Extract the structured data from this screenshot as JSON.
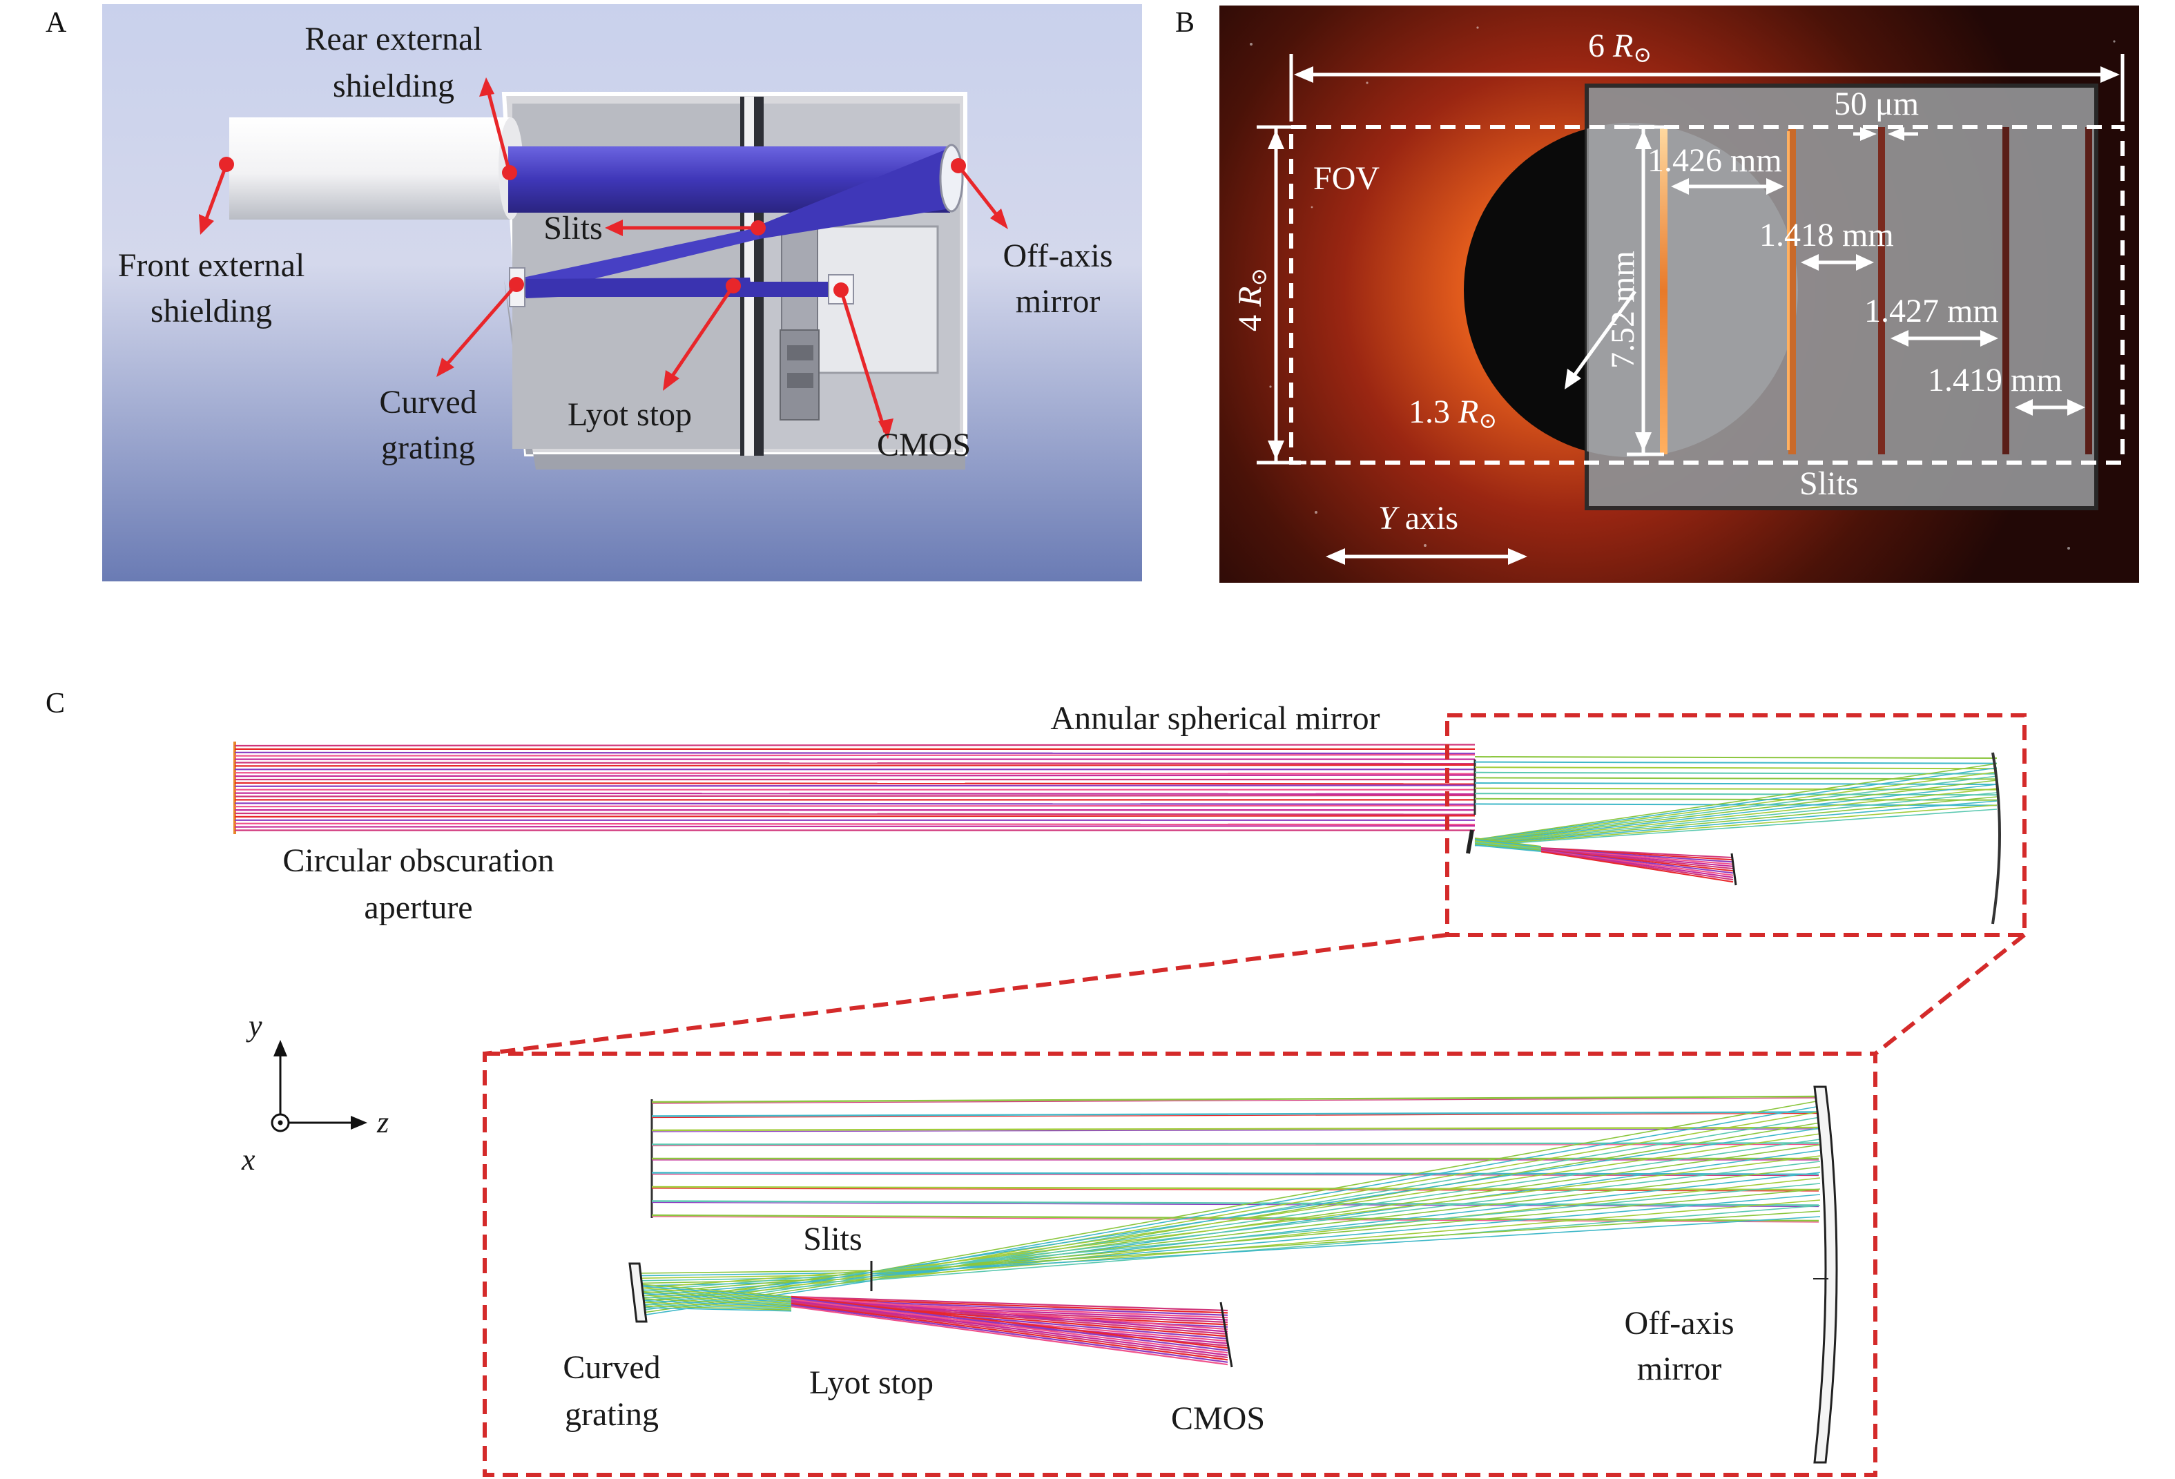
{
  "panels": {
    "a": {
      "letter": "A",
      "labels": {
        "rear_shielding_line1": "Rear external",
        "rear_shielding_line2": "shielding",
        "front_shielding_line1": "Front external",
        "front_shielding_line2": "shielding",
        "slits": "Slits",
        "off_axis_line1": "Off-axis",
        "off_axis_line2": "mirror",
        "curved_grating_line1": "Curved",
        "curved_grating_line2": "grating",
        "lyot_stop": "Lyot stop",
        "cmos": "CMOS"
      }
    },
    "b": {
      "letter": "B",
      "labels": {
        "width_prefix": "6 ",
        "width_r": "R",
        "width_sun": "⊙",
        "height_prefix": "4 ",
        "height_r": "R",
        "height_sun": "⊙",
        "fov": "FOV",
        "slit_width": "50 μm",
        "dist1": "1.426 mm",
        "dist2": "1.418 mm",
        "dist3": "1.427 mm",
        "dist4": "1.419 mm",
        "slit_length": "7.52 mm",
        "occulter_prefix": "1.3 ",
        "occulter_r": "R",
        "occulter_sun": "⊙",
        "slits": "Slits",
        "y_axis_letter": "Y",
        "y_axis_word": " axis"
      }
    },
    "c": {
      "letter": "C",
      "labels": {
        "annular_mirror": "Annular spherical mirror",
        "aperture_line1": "Circular obscuration",
        "aperture_line2": "aperture",
        "slits": "Slits",
        "curved_grating_line1": "Curved",
        "curved_grating_line2": "grating",
        "lyot_stop": "Lyot stop",
        "cmos": "CMOS",
        "off_axis_line1": "Off-axis",
        "off_axis_line2": "mirror",
        "axis_y": "y",
        "axis_z": "z",
        "axis_x": "x"
      }
    }
  },
  "colors": {
    "callout_red": "#e8262a",
    "dashed_red": "#d42a2a",
    "beam_blue": "#3f37b8",
    "corona_orange": "#e05a1c",
    "ray_magenta": "#d0357a",
    "ray_green": "#8bc63e",
    "ray_cyan": "#3fb8c8",
    "ray_red": "#e8262a",
    "ray_purple": "#8a3ac0"
  }
}
